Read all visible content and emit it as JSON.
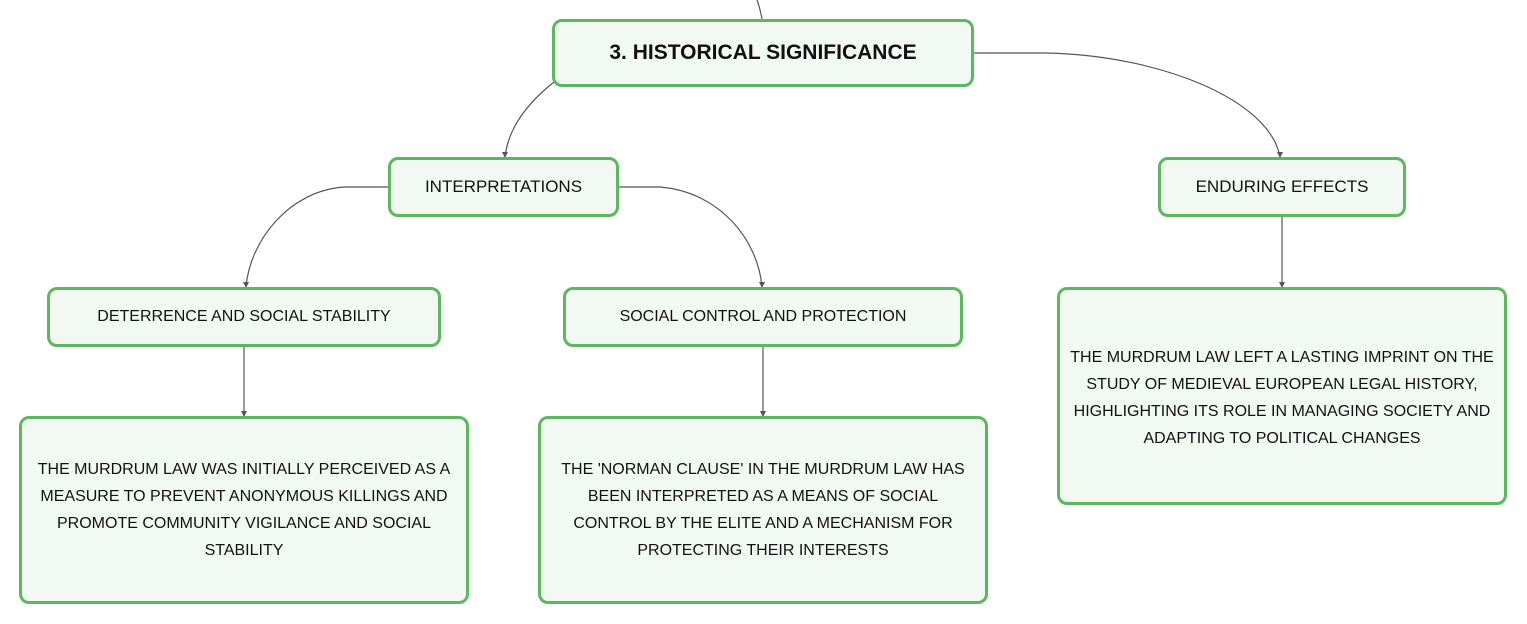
{
  "root": {
    "title": "3. HISTORICAL SIGNIFICANCE"
  },
  "branches": {
    "interpretations": {
      "label": "INTERPRETATIONS",
      "children": {
        "deterrence": {
          "label": "DETERRENCE AND SOCIAL STABILITY",
          "description": "THE MURDRUM LAW WAS INITIALLY PERCEIVED AS A MEASURE TO PREVENT ANONYMOUS KILLINGS AND PROMOTE COMMUNITY VIGILANCE AND SOCIAL STABILITY"
        },
        "social_control": {
          "label": "SOCIAL CONTROL AND PROTECTION",
          "description": "THE 'NORMAN CLAUSE' IN THE MURDRUM LAW HAS BEEN INTERPRETED AS A MEANS OF SOCIAL CONTROL BY THE ELITE AND A MECHANISM FOR PROTECTING THEIR INTERESTS"
        }
      }
    },
    "enduring_effects": {
      "label": "ENDURING EFFECTS",
      "description": "THE MURDRUM LAW LEFT A LASTING IMPRINT ON THE STUDY OF MEDIEVAL EUROPEAN LEGAL HISTORY, HIGHLIGHTING ITS ROLE IN MANAGING SOCIETY AND ADAPTING TO POLITICAL CHANGES"
    }
  },
  "colors": {
    "node_border": "#5cb85f",
    "node_fill": "#f2f9f3",
    "connector": "#555555",
    "text": "#111111"
  }
}
